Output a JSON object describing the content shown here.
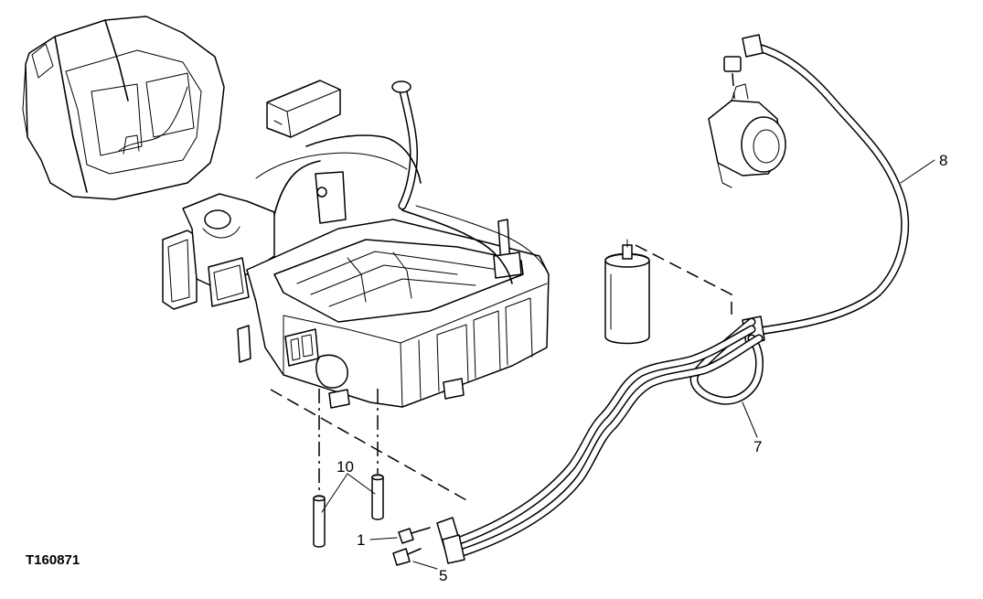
{
  "figure_id": "T160871",
  "callouts": [
    {
      "label": "1"
    },
    {
      "label": "5"
    },
    {
      "label": "7"
    },
    {
      "label": "8"
    },
    {
      "label": "10"
    }
  ]
}
